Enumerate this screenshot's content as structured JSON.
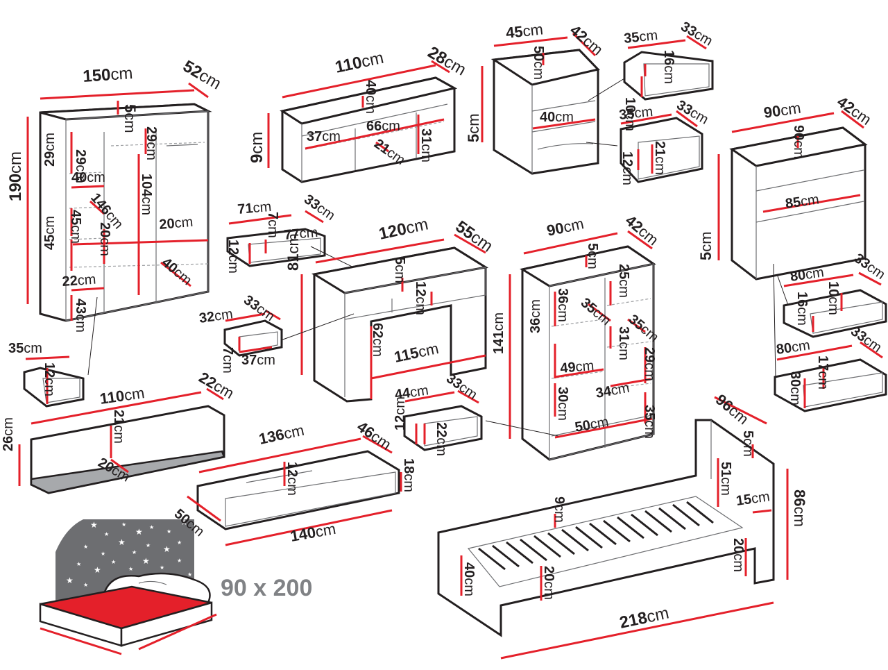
{
  "unit": "cm",
  "colors": {
    "accent": "#e4202a",
    "outline": "#231f20",
    "shade": "#a7a9ac",
    "gray_text": "#808285"
  },
  "bed_size_label": "90 x 200",
  "items": [
    {
      "id": "wardrobe",
      "dims": [
        "150",
        "52",
        "190",
        "5",
        "29",
        "29",
        "29",
        "40",
        "45",
        "146",
        "104",
        "20",
        "20",
        "45",
        "40",
        "22",
        "43"
      ]
    },
    {
      "id": "small-drawer-a",
      "dims": [
        "35",
        "12"
      ]
    },
    {
      "id": "tv-cabinet",
      "dims": [
        "110",
        "28",
        "9",
        "40",
        "37",
        "66",
        "21",
        "31"
      ]
    },
    {
      "id": "nightstand",
      "dims": [
        "45",
        "42",
        "5",
        "50",
        "40"
      ]
    },
    {
      "id": "nightstand-drawer-top",
      "dims": [
        "35",
        "33",
        "16",
        "10"
      ]
    },
    {
      "id": "nightstand-drawer-bottom",
      "dims": [
        "35",
        "33",
        "21",
        "12"
      ]
    },
    {
      "id": "chest",
      "dims": [
        "90",
        "42",
        "5",
        "90",
        "85"
      ]
    },
    {
      "id": "chest-drawer-top",
      "dims": [
        "80",
        "33",
        "10",
        "16"
      ]
    },
    {
      "id": "chest-drawer-bottom",
      "dims": [
        "80",
        "33",
        "17",
        "30"
      ]
    },
    {
      "id": "desk-drawer-wide",
      "dims": [
        "71",
        "33",
        "7",
        "12",
        "77"
      ]
    },
    {
      "id": "desk",
      "dims": [
        "120",
        "55",
        "81",
        "5",
        "12",
        "62",
        "115"
      ]
    },
    {
      "id": "desk-drawer-small",
      "dims": [
        "32",
        "33",
        "7",
        "37"
      ]
    },
    {
      "id": "bookcase",
      "dims": [
        "90",
        "42",
        "5",
        "25",
        "36",
        "35",
        "35",
        "31",
        "36",
        "49",
        "29",
        "30",
        "34",
        "50",
        "141",
        "35"
      ]
    },
    {
      "id": "bookcase-drawer",
      "dims": [
        "44",
        "33",
        "22",
        "12"
      ]
    },
    {
      "id": "wall-shelf",
      "dims": [
        "110",
        "22",
        "21",
        "26",
        "20"
      ]
    },
    {
      "id": "bed-drawer",
      "dims": [
        "136",
        "46",
        "12",
        "18",
        "50",
        "140"
      ]
    },
    {
      "id": "bed",
      "dims": [
        "96",
        "5",
        "51",
        "15",
        "86",
        "9",
        "40",
        "20",
        "20",
        "218"
      ]
    }
  ],
  "icons": [
    "star-icon",
    "pillow-icon",
    "mattress-icon"
  ]
}
